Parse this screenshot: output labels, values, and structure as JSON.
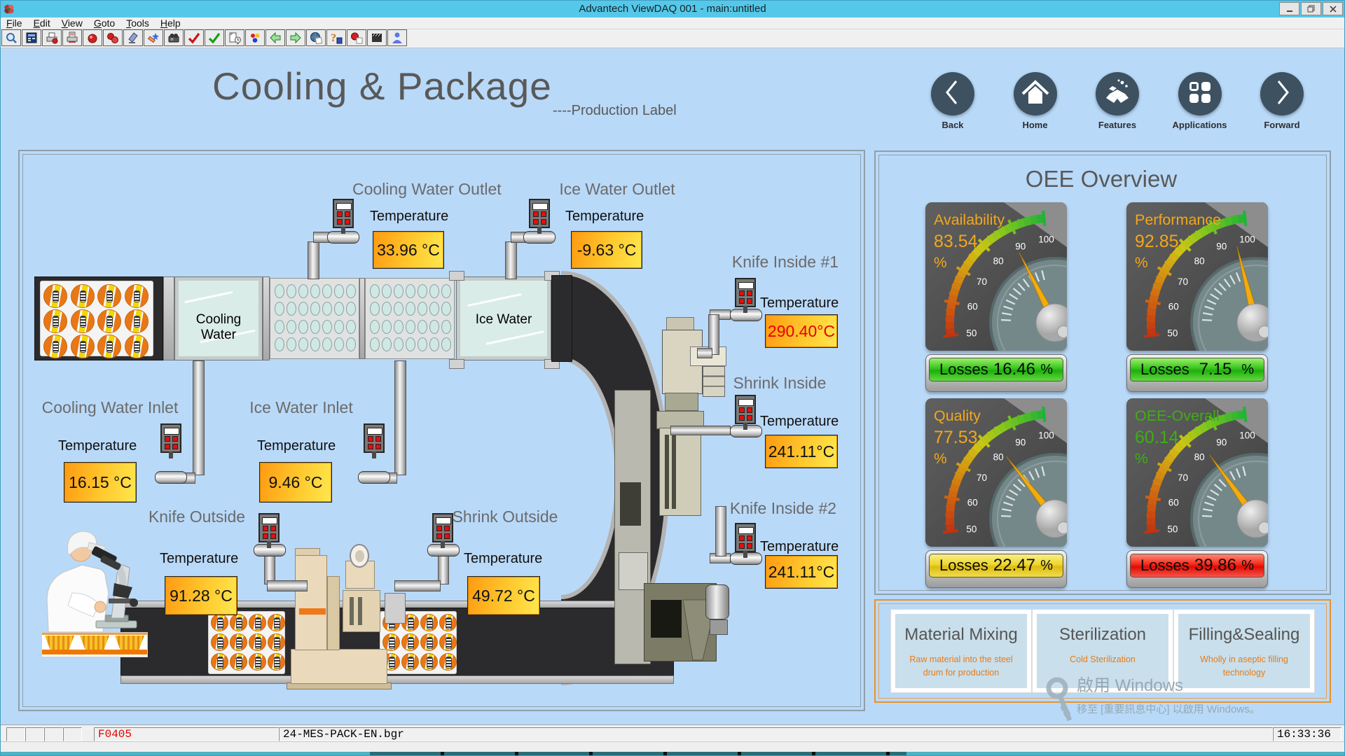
{
  "window": {
    "title": "Advantech ViewDAQ 001 - main:untitled",
    "controls": [
      "minimize",
      "restore",
      "close"
    ]
  },
  "menu": {
    "items": [
      "File",
      "Edit",
      "View",
      "Goto",
      "Tools",
      "Help"
    ]
  },
  "toolbar": {
    "buttons": [
      "zoom-icon",
      "control-panel-icon",
      "print-alarm-icon",
      "print-report-icon",
      "alarm-icon",
      "alarm-ack-icon",
      "eraser-icon",
      "wand-icon",
      "camera-icon",
      "check-red-icon",
      "check-green-icon",
      "schedule-icon",
      "points-icon",
      "arrow-left-icon",
      "arrow-right-icon",
      "globe-note-icon",
      "help-icon",
      "alarm-note-icon",
      "clapper-icon",
      "user-icon"
    ]
  },
  "page": {
    "title": "Cooling & Package",
    "subtitle": "----Production Label"
  },
  "nav": {
    "buttons": [
      {
        "label": "Back",
        "icon": "chevron-left-icon"
      },
      {
        "label": "Home",
        "icon": "home-icon"
      },
      {
        "label": "Features",
        "icon": "features-icon"
      },
      {
        "label": "Applications",
        "icon": "applications-icon"
      },
      {
        "label": "Forward",
        "icon": "chevron-right-icon"
      }
    ]
  },
  "process": {
    "labels": {
      "cooling_water": "Cooling Water",
      "ice_water": "Ice Water"
    },
    "sensors": [
      {
        "title": "Cooling Water Outlet",
        "temp_label": "Temperature",
        "display": "33.96 °C",
        "alarm": false
      },
      {
        "title": "Ice Water Outlet",
        "temp_label": "Temperature",
        "display": "-9.63 °C",
        "alarm": false
      },
      {
        "title": "Cooling Water Inlet",
        "temp_label": "Temperature",
        "display": "16.15 °C",
        "alarm": false
      },
      {
        "title": "Ice Water Inlet",
        "temp_label": "Temperature",
        "display": "9.46 °C",
        "alarm": false
      },
      {
        "title": "Knife Inside #1",
        "temp_label": "Temperature",
        "display": "290.40°C",
        "alarm": true
      },
      {
        "title": "Shrink Inside",
        "temp_label": "Temperature",
        "display": "241.11°C",
        "alarm": false
      },
      {
        "title": "Knife Inside #2",
        "temp_label": "Temperature",
        "display": "241.11°C",
        "alarm": false
      },
      {
        "title": "Knife Outside",
        "temp_label": "Temperature",
        "display": "91.28 °C",
        "alarm": false
      },
      {
        "title": "Shrink Outside",
        "temp_label": "Temperature",
        "display": "49.72 °C",
        "alarm": false
      }
    ]
  },
  "oee": {
    "title": "OEE Overview",
    "scale": {
      "min": 50,
      "max": 100,
      "ticks": [
        50,
        60,
        70,
        80,
        90,
        100
      ]
    },
    "losses_label": "Losses",
    "gauges": [
      {
        "label": "Availability",
        "value": "83.54",
        "unit": "%",
        "label_color": "#f2a71b",
        "needle_deg": 117,
        "losses_value": "16.46",
        "losses_unit": "%",
        "losses_color": "green"
      },
      {
        "label": "Performance",
        "value": "92.85",
        "unit": "%",
        "label_color": "#f2a71b",
        "needle_deg": 104,
        "losses_value": "7.15",
        "losses_unit": "%",
        "losses_color": "green"
      },
      {
        "label": "Quality",
        "value": "77.53",
        "unit": "%",
        "label_color": "#f2a71b",
        "needle_deg": 128,
        "losses_value": "22.47",
        "losses_unit": "%",
        "losses_color": "yellow"
      },
      {
        "label": "OEE-Overall",
        "value": "60.14",
        "unit": "%",
        "label_color": "#3fae14",
        "needle_deg": 126,
        "losses_value": "39.86",
        "losses_unit": "%",
        "losses_color": "red"
      }
    ]
  },
  "stages": [
    {
      "title": "Material Mixing",
      "subtitle": "Raw material into the steel drum for production"
    },
    {
      "title": "Sterilization",
      "subtitle": "Cold Sterilization"
    },
    {
      "title": "Filling&Sealing",
      "subtitle": "Wholly in aseptic filling technology"
    }
  ],
  "watermark": {
    "line1": "啟用 Windows",
    "line2": "移至 [重要訊息中心] 以啟用 Windows。"
  },
  "statusbar": {
    "code": "F0405",
    "file": "24-MES-PACK-EN.bgr",
    "time": "16:33:36"
  }
}
